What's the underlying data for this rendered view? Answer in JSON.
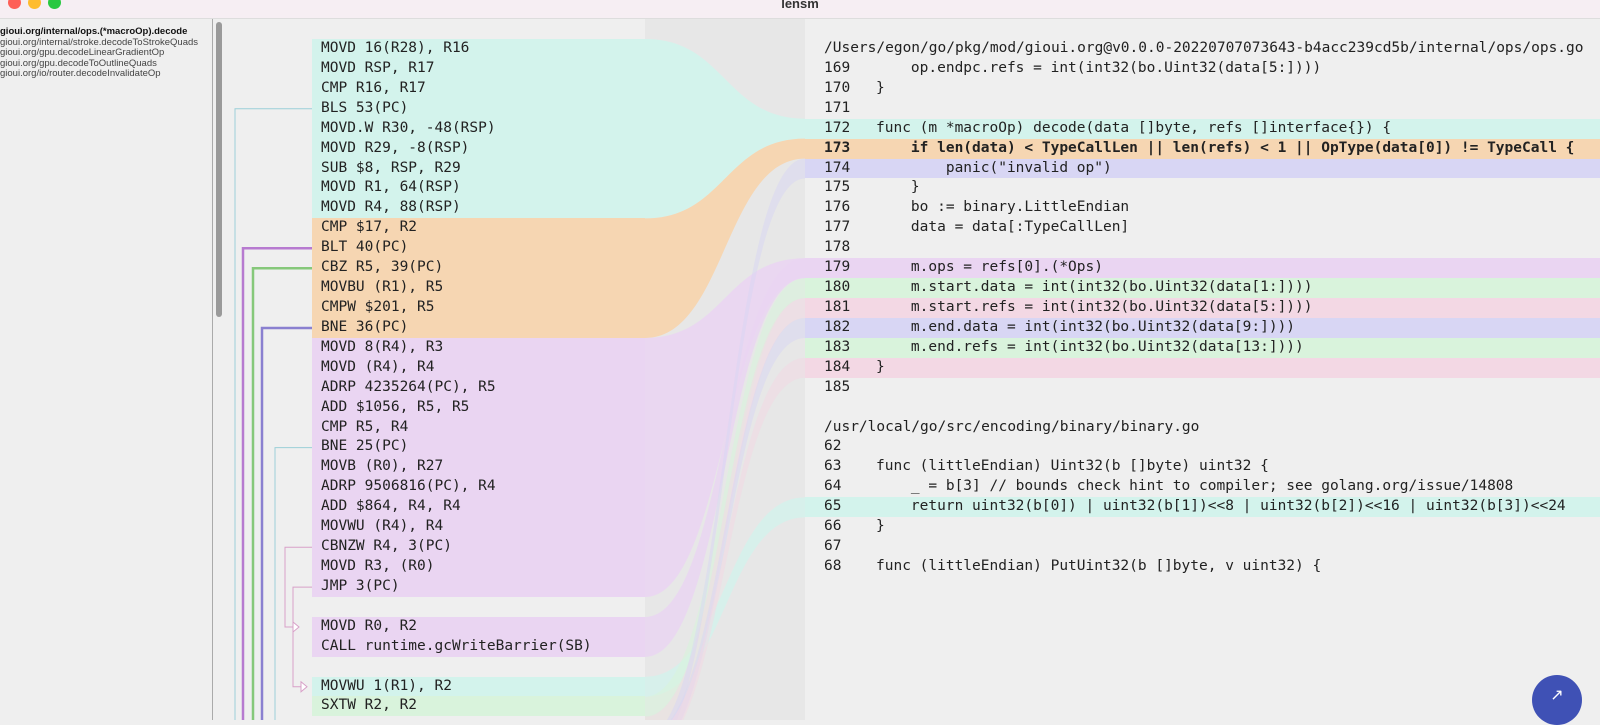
{
  "window": {
    "title": "lensm"
  },
  "sidebar": {
    "functions": [
      "gioui.org/internal/ops.(*macroOp).decode",
      "gioui.org/internal/stroke.decodeToStrokeQuads",
      "gioui.org/gpu.decodeLinearGradientOp",
      "gioui.org/gpu.decodeToOutlineQuads",
      "gioui.org/io/router.decodeInvalidateOp"
    ],
    "selected": 0
  },
  "colors": {
    "teal": "#d3f3ec",
    "orange": "#f6d6b2",
    "purple": "#ead5f2",
    "blue": "#d8d6f4",
    "green": "#d9f3dc",
    "pink": "#f3d8e4",
    "accent": "#3f51b5"
  },
  "asm": [
    {
      "t": "MOVD 16(R28), R16",
      "c": "teal"
    },
    {
      "t": "MOVD RSP, R17",
      "c": "teal"
    },
    {
      "t": "CMP R16, R17",
      "c": "teal"
    },
    {
      "t": "BLS 53(PC)",
      "c": "teal"
    },
    {
      "t": "MOVD.W R30, -48(RSP)",
      "c": "teal"
    },
    {
      "t": "MOVD R29, -8(RSP)",
      "c": "teal"
    },
    {
      "t": "SUB $8, RSP, R29",
      "c": "teal"
    },
    {
      "t": "MOVD R1, 64(RSP)",
      "c": "teal"
    },
    {
      "t": "MOVD R4, 88(RSP)",
      "c": "teal"
    },
    {
      "t": "CMP $17, R2",
      "c": "orange"
    },
    {
      "t": "BLT 40(PC)",
      "c": "orange"
    },
    {
      "t": "CBZ R5, 39(PC)",
      "c": "orange"
    },
    {
      "t": "MOVBU (R1), R5",
      "c": "orange"
    },
    {
      "t": "CMPW $201, R5",
      "c": "orange"
    },
    {
      "t": "BNE 36(PC)",
      "c": "orange"
    },
    {
      "t": "MOVD 8(R4), R3",
      "c": "purple"
    },
    {
      "t": "MOVD (R4), R4",
      "c": "purple"
    },
    {
      "t": "ADRP 4235264(PC), R5",
      "c": "purple"
    },
    {
      "t": "ADD $1056, R5, R5",
      "c": "purple"
    },
    {
      "t": "CMP R5, R4",
      "c": "purple"
    },
    {
      "t": "BNE 25(PC)",
      "c": "purple"
    },
    {
      "t": "MOVB (R0), R27",
      "c": "purple"
    },
    {
      "t": "ADRP 9506816(PC), R4",
      "c": "purple"
    },
    {
      "t": "ADD $864, R4, R4",
      "c": "purple"
    },
    {
      "t": "MOVWU (R4), R4",
      "c": "purple"
    },
    {
      "t": "CBNZW R4, 3(PC)",
      "c": "purple"
    },
    {
      "t": "MOVD R3, (R0)",
      "c": "purple"
    },
    {
      "t": "JMP 3(PC)",
      "c": "purple"
    },
    {
      "t": "",
      "c": ""
    },
    {
      "t": "MOVD R0, R2",
      "c": "purple"
    },
    {
      "t": "CALL runtime.gcWriteBarrier(SB)",
      "c": "purple"
    },
    {
      "t": "",
      "c": ""
    },
    {
      "t": "MOVWU 1(R1), R2",
      "c": "teal"
    },
    {
      "t": "SXTW R2, R2",
      "c": "green"
    }
  ],
  "source": [
    {
      "n": "",
      "t": "/Users/egon/go/pkg/mod/gioui.org@v0.0.0-20220707073643-b4acc239cd5b/internal/ops/ops.go",
      "c": ""
    },
    {
      "n": "169",
      "t": "    op.endpc.refs = int(int32(bo.Uint32(data[5:])))",
      "c": ""
    },
    {
      "n": "170",
      "t": "}",
      "c": ""
    },
    {
      "n": "171",
      "t": "",
      "c": ""
    },
    {
      "n": "172",
      "t": "func (m *macroOp) decode(data []byte, refs []interface{}) {",
      "c": "teal"
    },
    {
      "n": "173",
      "t": "    if len(data) < TypeCallLen || len(refs) < 1 || OpType(data[0]) != TypeCall {",
      "c": "orange",
      "bold": true
    },
    {
      "n": "174",
      "t": "        panic(\"invalid op\")",
      "c": "blue"
    },
    {
      "n": "175",
      "t": "    }",
      "c": ""
    },
    {
      "n": "176",
      "t": "    bo := binary.LittleEndian",
      "c": ""
    },
    {
      "n": "177",
      "t": "    data = data[:TypeCallLen]",
      "c": ""
    },
    {
      "n": "178",
      "t": "",
      "c": ""
    },
    {
      "n": "179",
      "t": "    m.ops = refs[0].(*Ops)",
      "c": "purple"
    },
    {
      "n": "180",
      "t": "    m.start.data = int(int32(bo.Uint32(data[1:])))",
      "c": "green"
    },
    {
      "n": "181",
      "t": "    m.start.refs = int(int32(bo.Uint32(data[5:])))",
      "c": "pink"
    },
    {
      "n": "182",
      "t": "    m.end.data = int(int32(bo.Uint32(data[9:])))",
      "c": "blue"
    },
    {
      "n": "183",
      "t": "    m.end.refs = int(int32(bo.Uint32(data[13:])))",
      "c": "green"
    },
    {
      "n": "184",
      "t": "}",
      "c": "pink"
    },
    {
      "n": "185",
      "t": "",
      "c": ""
    },
    {
      "n": "",
      "t": "",
      "c": ""
    },
    {
      "n": "",
      "t": "/usr/local/go/src/encoding/binary/binary.go",
      "c": ""
    },
    {
      "n": "62",
      "t": "",
      "c": ""
    },
    {
      "n": "63",
      "t": "func (littleEndian) Uint32(b []byte) uint32 {",
      "c": ""
    },
    {
      "n": "64",
      "t": "    _ = b[3] // bounds check hint to compiler; see golang.org/issue/14808",
      "c": ""
    },
    {
      "n": "65",
      "t": "    return uint32(b[0]) | uint32(b[1])<<8 | uint32(b[2])<<16 | uint32(b[3])<<24",
      "c": "teal"
    },
    {
      "n": "66",
      "t": "}",
      "c": ""
    },
    {
      "n": "67",
      "t": "",
      "c": ""
    },
    {
      "n": "68",
      "t": "func (littleEndian) PutUint32(b []byte, v uint32) {",
      "c": ""
    }
  ]
}
